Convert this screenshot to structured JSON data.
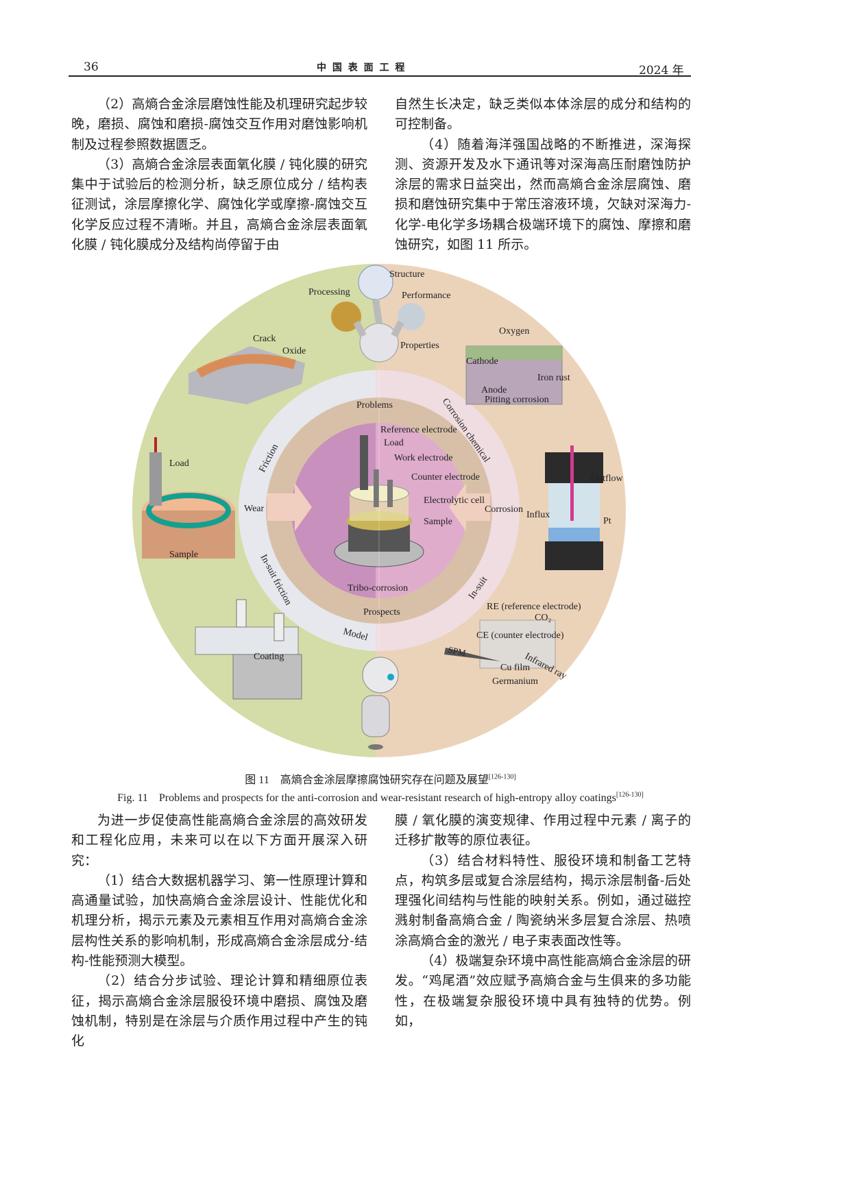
{
  "header": {
    "page_number": "36",
    "journal": "中 国 表 面 工 程",
    "year": "2024 年"
  },
  "top_left": [
    "（2）高熵合金涂层磨蚀性能及机理研究起步较晚，磨损、腐蚀和磨损-腐蚀交互作用对磨蚀影响机制及过程参照数据匮乏。",
    "（3）高熵合金涂层表面氧化膜 / 钝化膜的研究集中于试验后的检测分析，缺乏原位成分 / 结构表征测试，涂层摩擦化学、腐蚀化学或摩擦-腐蚀交互化学反应过程不清晰。并且，高熵合金涂层表面氧化膜 / 钝化膜成分及结构尚停留于由"
  ],
  "top_right": [
    "自然生长决定，缺乏类似本体涂层的成分和结构的可控制备。",
    "（4）随着海洋强国战略的不断推进，深海探测、资源开发及水下通讯等对深海高压耐磨蚀防护涂层的需求日益突出，然而高熵合金涂层腐蚀、磨损和磨蚀研究集中于常压溶液环境，欠缺对深海力-化学-电化学多场耦合极端环境下的腐蚀、摩擦和磨蚀研究，如图 11 所示。"
  ],
  "figure": {
    "ring": {
      "problems": "Problems",
      "prospects": "Prospects",
      "friction": "Friction",
      "wear": "Wear",
      "corrosion_chemical": "Corrosion chemical",
      "corrosion": "Corrosion",
      "insuit_friction": "In-suit friction",
      "insuit": "In-suit",
      "model": "Model",
      "tribo": "Tribo-corrosion"
    },
    "center": {
      "ref": "Reference electrode",
      "load": "Load",
      "work": "Work electrode",
      "counter": "Counter electrode",
      "cell": "Electrolytic cell",
      "sample": "Sample"
    },
    "top": {
      "structure": "Structure",
      "processing": "Processing",
      "performance": "Performance",
      "properties": "Properties"
    },
    "left_top": {
      "crack": "Crack",
      "oxide": "Oxide"
    },
    "left": {
      "load": "Load",
      "sample": "Sample"
    },
    "right_top": {
      "oxygen": "Oxygen",
      "cathode": "Cathode",
      "iron": "Iron rust",
      "anode": "Anode",
      "pitting": "Pitting corrosion"
    },
    "right": {
      "outflow": "Outflow",
      "influx": "Influx",
      "pt": "Pt"
    },
    "bottom_right": {
      "re": "RE (reference electrode)",
      "co2": "CO₂",
      "ce": "CE (counter electrode)",
      "spm": "SPM",
      "ir": "Infrared ray",
      "cu": "Cu film",
      "ge": "Germanium"
    },
    "bottom_left": {
      "coating": "Coating"
    }
  },
  "caption": {
    "cn": "图 11　高熵合金涂层摩擦腐蚀研究存在问题及展望",
    "cn_ref": "[126-130]",
    "en": "Fig. 11　Problems and prospects for the anti-corrosion and wear-resistant research of high-entropy alloy coatings",
    "en_ref": "[126-130]"
  },
  "bottom_left": [
    "为进一步促使高性能高熵合金涂层的高效研发和工程化应用，未来可以在以下方面开展深入研究：",
    "（1）结合大数据机器学习、第一性原理计算和高通量试验，加快高熵合金涂层设计、性能优化和机理分析，揭示元素及元素相互作用对高熵合金涂层构性关系的影响机制，形成高熵合金涂层成分-结构-性能预测大模型。",
    "（2）结合分步试验、理论计算和精细原位表征，揭示高熵合金涂层服役环境中磨损、腐蚀及磨蚀机制，特别是在涂层与介质作用过程中产生的钝化"
  ],
  "bottom_right": [
    "膜 / 氧化膜的演变规律、作用过程中元素 / 离子的迁移扩散等的原位表征。",
    "（3）结合材料特性、服役环境和制备工艺特点，构筑多层或复合涂层结构，揭示涂层制备-后处理强化间结构与性能的映射关系。例如，通过磁控溅射制备高熵合金 / 陶瓷纳米多层复合涂层、热喷涂高熵合金的激光 / 电子束表面改性等。",
    "（4）极端复杂环境中高性能高熵合金涂层的研发。“鸡尾酒”效应赋予高熵合金与生俱来的多功能性，在极端复杂服役环境中具有独特的优势。例如，"
  ]
}
